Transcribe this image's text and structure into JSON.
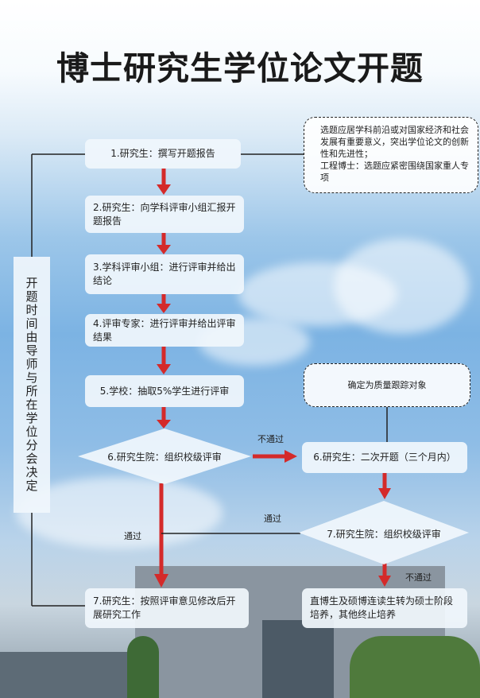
{
  "title": "博士研究生学位论文开题",
  "side_note": "开题时间由导师与所在学位分会决定",
  "note_top": "选题应居学科前沿或对国家经济和社会发展有重要意义，突出学位论文的创新性和先进性；\n工程博士：选题应紧密围绕国家重人专项",
  "note_tracking": "确定为质量跟踪对象",
  "steps": [
    "1.研究生：撰写开题报告",
    "2.研究生：向学科评审小组汇报开题报告",
    "3.学科评审小组：进行评审并给出结论",
    "4.评审专家：进行评审并给出评审结果",
    "5.学校：抽取5%学生进行评审",
    "6.研究生院：组织校级评审",
    "7.研究生：按照评审意见修改后开展研究工作"
  ],
  "right_steps": [
    "6.研究生：二次开题（三个月内）",
    "7.研究生院：组织校级评审",
    "直博生及硕博连读生转为硕士阶段培养，其他终止培养"
  ],
  "labels": {
    "fail_1": "不通过",
    "pass_left": "通过",
    "pass_right": "通过",
    "fail_2": "不通过"
  },
  "colors": {
    "arrow_red": "#d42a2a",
    "line": "#222222",
    "box_bg": "#f0f6fc"
  }
}
